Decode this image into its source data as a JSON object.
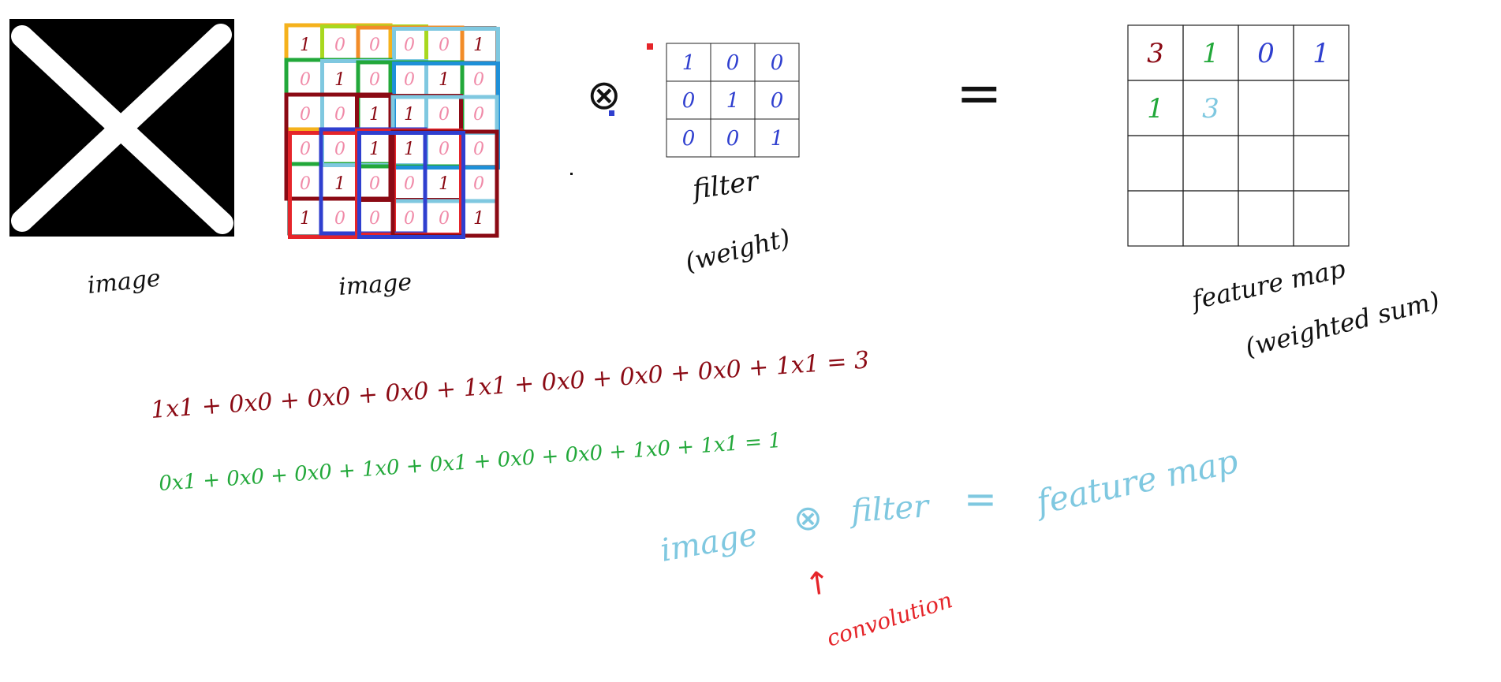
{
  "image_label_1": "image",
  "image_label_2": "image",
  "image_grid": [
    [
      "1",
      "0",
      "0",
      "0",
      "0",
      "1"
    ],
    [
      "0",
      "1",
      "0",
      "0",
      "1",
      "0"
    ],
    [
      "0",
      "0",
      "1",
      "1",
      "0",
      "0"
    ],
    [
      "0",
      "0",
      "1",
      "1",
      "0",
      "0"
    ],
    [
      "0",
      "1",
      "0",
      "0",
      "1",
      "0"
    ],
    [
      "1",
      "0",
      "0",
      "0",
      "0",
      "1"
    ]
  ],
  "convolve_symbol": "⊗",
  "filter_grid": [
    [
      "1",
      "0",
      "0"
    ],
    [
      "0",
      "1",
      "0"
    ],
    [
      "0",
      "0",
      "1"
    ]
  ],
  "filter_label": "filter",
  "filter_sublabel": "(weight)",
  "equals_sign": "=",
  "feature_map_grid": [
    [
      "3",
      "1",
      "0",
      "1"
    ],
    [
      "1",
      "3",
      "",
      ""
    ],
    [
      "",
      "",
      "",
      ""
    ],
    [
      "",
      "",
      "",
      ""
    ]
  ],
  "feature_map_label": "feature map",
  "feature_map_sublabel": "(weighted  sum)",
  "equation_1": "1x1 + 0x0 + 0x0  +  0x0 + 1x1 + 0x0  +  0x0 + 0x0 + 1x1 = 3",
  "equation_2": "0x1 + 0x0  + 0x0   +  1x0   +  0x1 + 0x0   + 0x0 + 1x0 + 1x1 = 1",
  "formula_image": "image",
  "formula_operator": "⊗",
  "formula_filter": "filter",
  "formula_equals": "=",
  "formula_result": "feature map",
  "convolution_arrow": "↑",
  "convolution_label": "convolution",
  "colors": {
    "dark_red": "#8b0a14",
    "green": "#22a83a",
    "light_blue": "#7fc8e0",
    "blue": "#2f3fcf",
    "pink": "#f08aa8",
    "red": "#e5252a",
    "black": "#111111"
  }
}
